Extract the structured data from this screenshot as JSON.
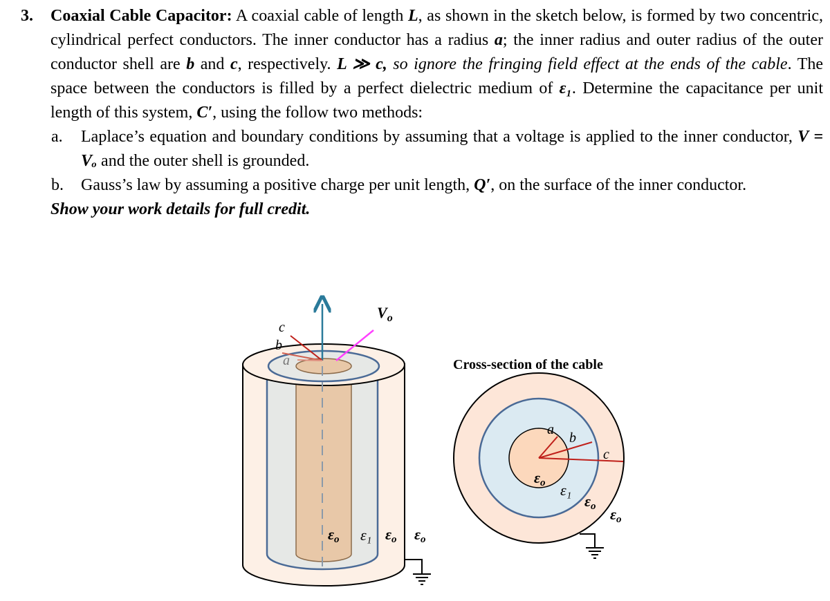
{
  "problem": {
    "number": "3.",
    "title": "Coaxial Cable Capacitor:",
    "s1": " A coaxial cable of length ",
    "L": "L",
    "s2": ", as shown in the sketch below, is formed by two concentric, cylindrical perfect conductors. The inner conductor has a radius ",
    "a": "a",
    "s3": "; the inner radius and outer radius of the outer conductor shell are ",
    "b": "b",
    "s4": " and ",
    "c": "c",
    "s5": ", respectively. ",
    "cond": "L ≫ c,",
    "ital": " so ignore the fringing field effect at the ends of the cable",
    "s6": ". The space between the conductors is filled by a perfect dielectric medium of ",
    "eps1": "ε₁",
    "s7": ". Determine the capacitance per unit length of this system, ",
    "Cp": "C′",
    "s8": ", using the follow two methods:",
    "parts": [
      {
        "label": "a.",
        "t1": "Laplace’s equation and boundary conditions by assuming that a voltage is applied to the inner conductor, ",
        "math": "V = Vₒ",
        "t2": " and the outer shell is grounded."
      },
      {
        "label": "b.",
        "t1": "Gauss’s law by assuming a positive charge per unit length, ",
        "math": "Q′",
        "t2": ", on the surface of the inner conductor."
      }
    ],
    "note": "Show your work details for full credit."
  },
  "figure": {
    "left": {
      "label_c": "c",
      "label_b": "b",
      "label_a": "a",
      "label_v": "V",
      "label_v_sub": "o",
      "eps_inner": "ε",
      "eps_inner_sub": "o",
      "eps_gap": "ε₁",
      "eps_shell": "ε",
      "eps_shell_sub": "o",
      "eps_outside": "ε",
      "eps_outside_sub": "o"
    },
    "right": {
      "caption": "Cross-section of the cable",
      "label_a": "a",
      "label_b": "b",
      "label_c": "c",
      "eps_core": "ε",
      "eps_core_sub": "o",
      "eps_gap": "ε₁",
      "eps_shell": "ε",
      "eps_shell_sub": "o",
      "eps_outside": "ε",
      "eps_outside_sub": "o"
    },
    "colors": {
      "core_fill": "#e8c8a8",
      "gap_fill": "#e6e8e6",
      "shell_fill": "#fdf0e6",
      "cross_gap": "#dbeaf2",
      "cross_shell": "#fde6d8",
      "ring_blue": "#4a6a96",
      "radius_red": "#c0201a",
      "voltage_magenta": "#ff40ff",
      "axis_teal": "#2a7a9a"
    }
  }
}
